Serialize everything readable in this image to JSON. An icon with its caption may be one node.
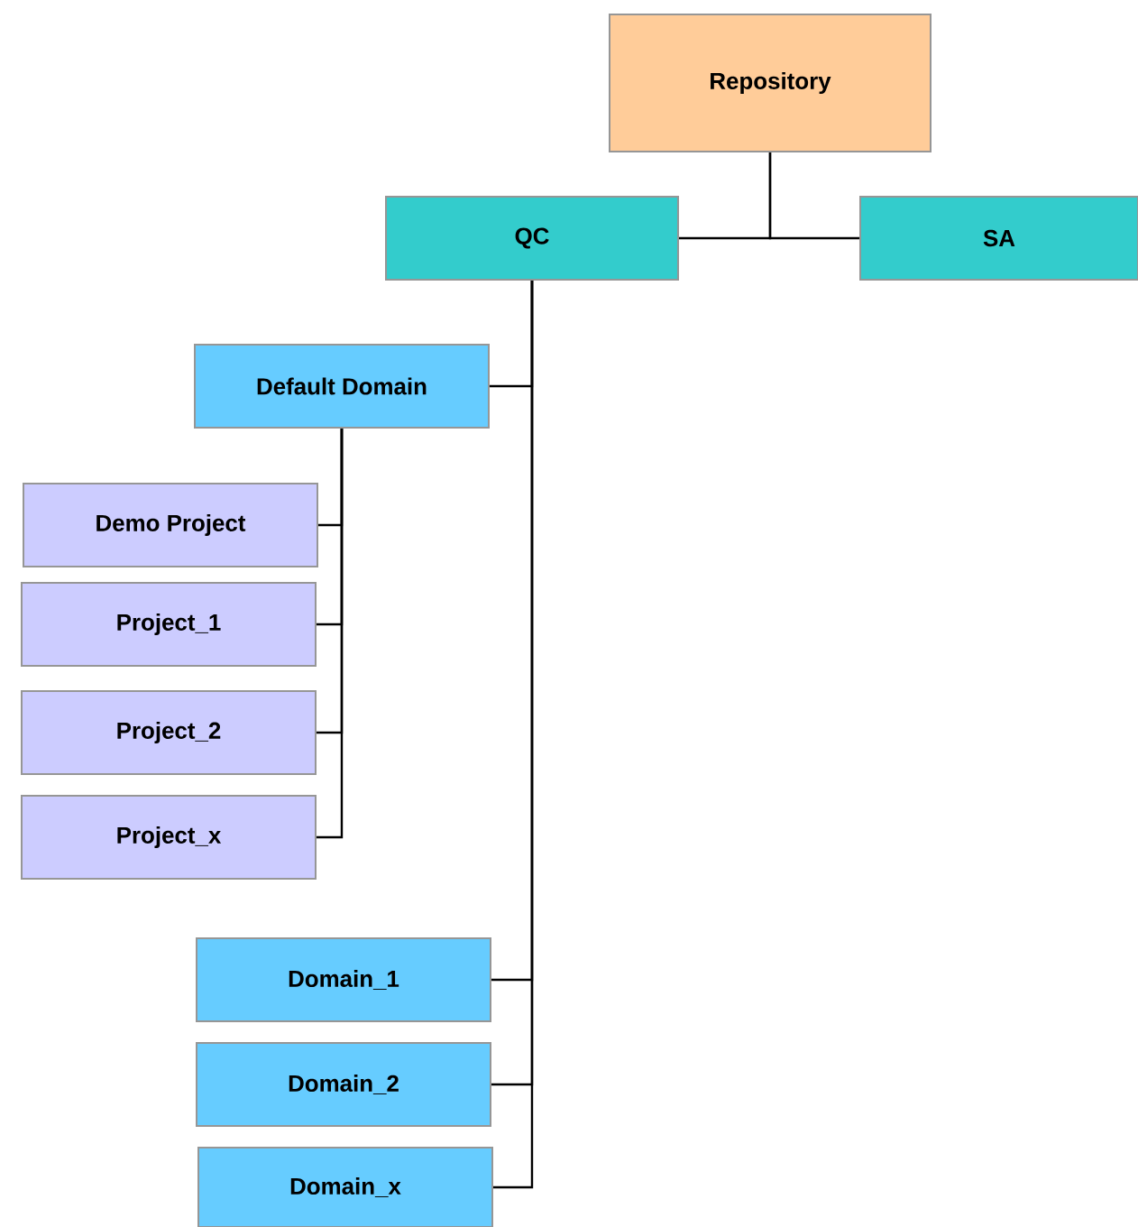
{
  "diagram": {
    "nodes": [
      {
        "text": [
          "Repository"
        ]
      },
      {
        "text": [
          "QC"
        ]
      },
      {
        "text": [
          "SA"
        ]
      },
      {
        "text": [
          "Default Domain"
        ]
      },
      {
        "text": [
          "Demo Project"
        ]
      },
      {
        "text": [
          "Project_1"
        ]
      },
      {
        "text": [
          "Project_2"
        ]
      },
      {
        "text": [
          "Project_x"
        ]
      },
      {
        "text": [
          "Domain_1"
        ]
      },
      {
        "text": [
          "Domain_2"
        ]
      },
      {
        "text": [
          "Domain_x"
        ]
      }
    ],
    "edges": [
      {
        "from": 0,
        "to": 1,
        "arrow": "none"
      },
      {
        "from": 0,
        "to": 2,
        "arrow": "none"
      },
      {
        "from": 1,
        "to": 3,
        "arrow": "none"
      },
      {
        "from": 3,
        "to": 4,
        "arrow": "none"
      },
      {
        "from": 3,
        "to": 5,
        "arrow": "none"
      },
      {
        "from": 3,
        "to": 6,
        "arrow": "none"
      },
      {
        "from": 3,
        "to": 7,
        "arrow": "none"
      },
      {
        "from": 1,
        "to": 8,
        "arrow": "none"
      },
      {
        "from": 1,
        "to": 9,
        "arrow": "none"
      },
      {
        "from": 1,
        "to": 10,
        "arrow": "none"
      }
    ]
  }
}
